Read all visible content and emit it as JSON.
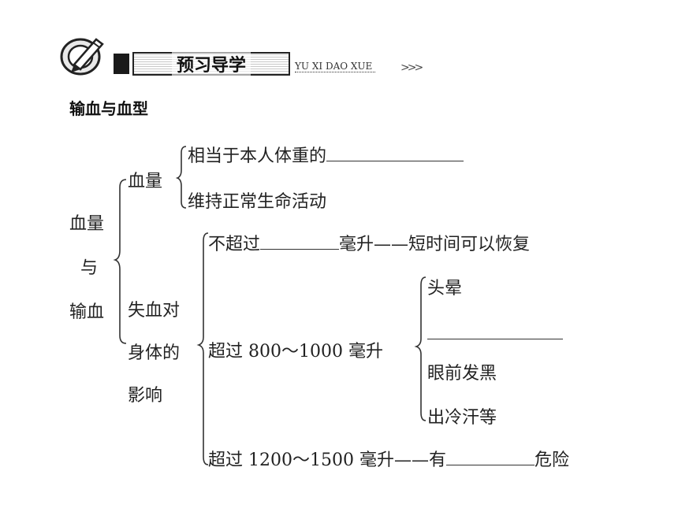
{
  "header": {
    "title": "预习导学",
    "subtitle": "YU XI DAO XUE",
    "arrow": ">>>",
    "icon": "pen-circle-icon"
  },
  "section_title": "输血与血型",
  "diagram": {
    "root": [
      "血量",
      "与",
      "输血"
    ],
    "blood_volume": {
      "label": "血量",
      "items": [
        "相当于本人体重的",
        "维持正常生命活动"
      ]
    },
    "blood_loss": {
      "label": [
        "失血对",
        "身体的",
        "影响"
      ],
      "level1": {
        "prefix": "不超过",
        "suffix": "毫升——短时间可以恢复"
      },
      "level2": {
        "text": "超过 800～1000 毫升",
        "symptoms": [
          "头晕",
          "",
          "眼前发黑",
          "出冷汗等"
        ]
      },
      "level3": {
        "prefix": "超过 1200～1500 毫升——有",
        "suffix": "危险"
      }
    }
  },
  "colors": {
    "text": "#222222",
    "line": "#333333"
  }
}
